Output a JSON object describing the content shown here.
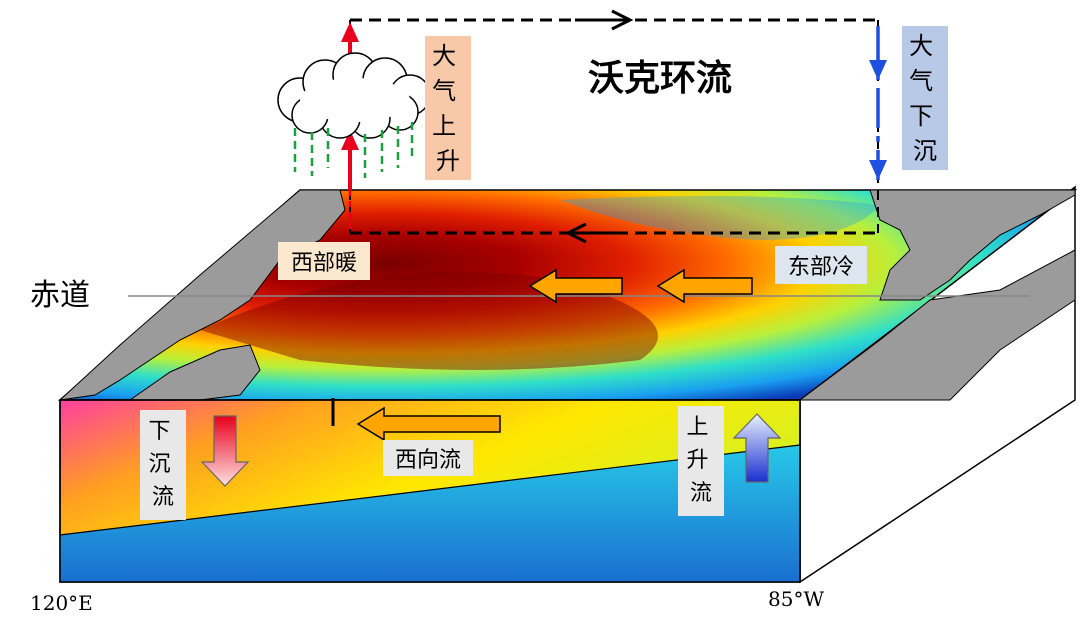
{
  "title": "沃克环流",
  "labels": {
    "equator": "赤道",
    "west_warm": "西部暖",
    "east_cold": "东部冷",
    "westward_current": "西向流",
    "rising_air": "大气上升",
    "sinking_air": "大气下沉",
    "downwelling": "下沉流",
    "upwelling": "上升流",
    "lon_left": "120°E",
    "lon_right": "85°W"
  },
  "colors": {
    "rising_label_bg": "#f7c9a8",
    "sinking_label_bg": "#b7c9e6",
    "west_label_bg": "#fbe8cf",
    "east_label_bg": "#dde6ef",
    "vertical_label_bg": "#e8e8e8",
    "red_arrow": "#e8001c",
    "blue_arrow": "#1f4fe0",
    "ocean_arrow_fill": "#ffa500",
    "land": "#9b9b9b"
  }
}
